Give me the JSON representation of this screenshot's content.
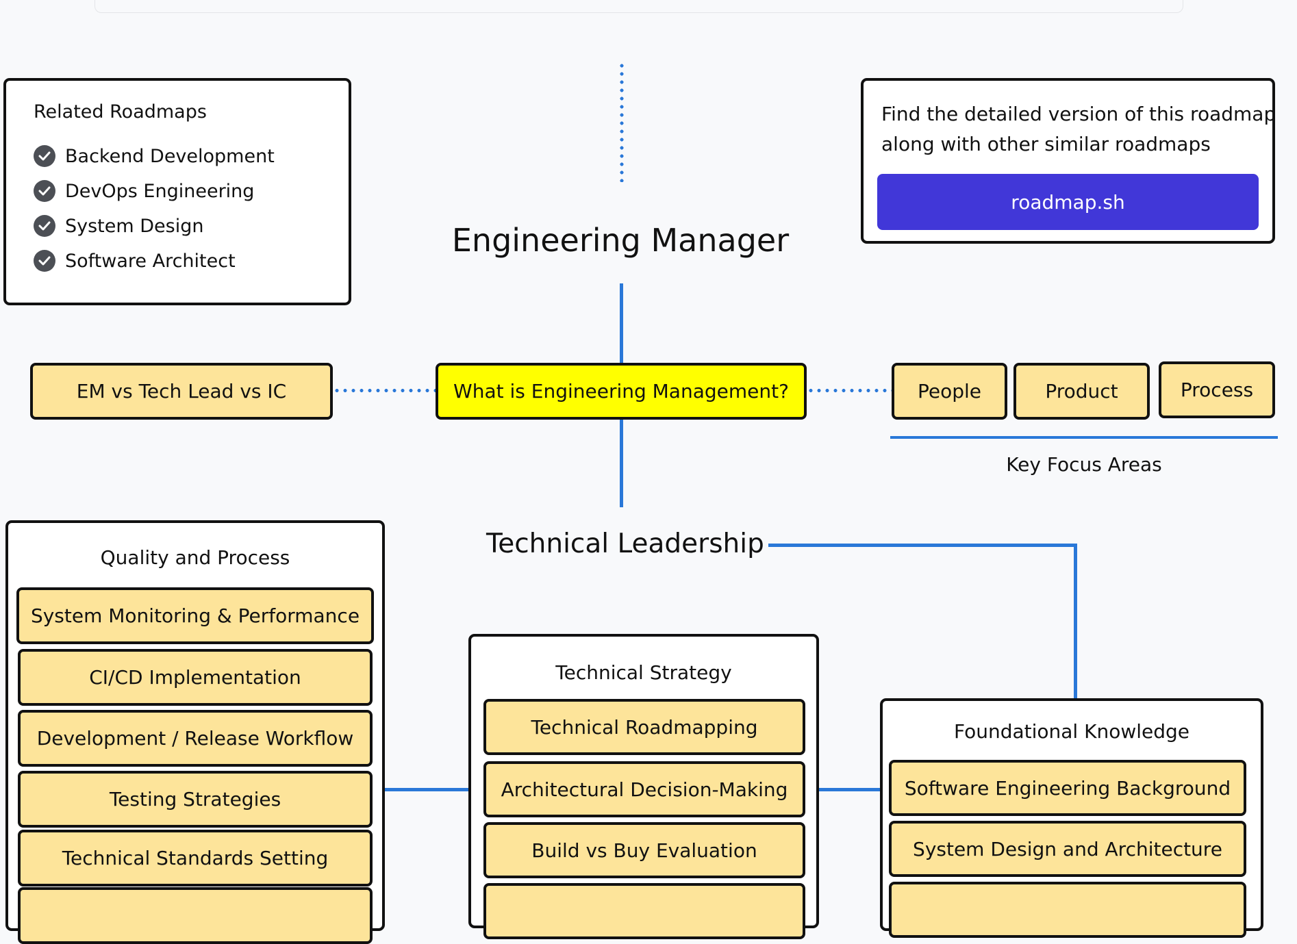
{
  "title": "Engineering Manager",
  "related": {
    "heading": "Related Roadmaps",
    "items": [
      "Backend Development",
      "DevOps Engineering",
      "System Design",
      "Software Architect"
    ]
  },
  "promo": {
    "text_line1": "Find the detailed version of this roadmap",
    "text_line2": "along with other similar roadmaps",
    "button_label": "roadmap.sh",
    "button_color": "#4137d8"
  },
  "center_node": "What is Engineering Management?",
  "em_vs_node": "EM vs Tech Lead vs IC",
  "focus": {
    "items": [
      "People",
      "Product",
      "Process"
    ],
    "caption": "Key Focus Areas"
  },
  "technical_leadership": "Technical Leadership",
  "quality": {
    "heading": "Quality and Process",
    "items": [
      "System Monitoring & Performance",
      "CI/CD Implementation",
      "Development / Release Workflow",
      "Testing Strategies",
      "Technical Standards Setting"
    ]
  },
  "strategy": {
    "heading": "Technical Strategy",
    "items": [
      "Technical Roadmapping",
      "Architectural Decision-Making",
      "Build vs Buy Evaluation"
    ]
  },
  "foundational": {
    "heading": "Foundational Knowledge",
    "items": [
      "Software Engineering Background",
      "System Design and Architecture"
    ]
  },
  "colors": {
    "node_fill": "#fde49a",
    "highlight_fill": "#ffff00",
    "connector": "#2a78d8"
  }
}
